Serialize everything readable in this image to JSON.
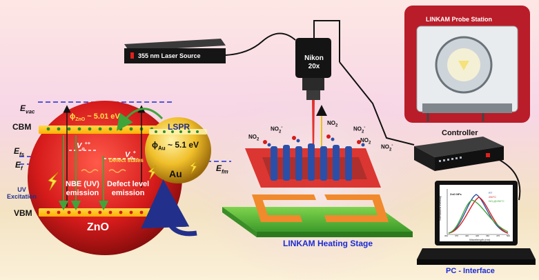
{
  "energy_diagram": {
    "e_vac": "E",
    "e_vac_sub": "vac",
    "cbm": "CBM",
    "vbm": "VBM",
    "e_fs": "E",
    "e_fs_sub": "fs",
    "e_f": "E",
    "e_f_sub": "f",
    "e_fm": "E",
    "e_fm_sub": "fm",
    "phi_zno": "ϕ",
    "phi_zno_sub": "ZnO",
    "phi_zno_value": " ~ 5.01 eV",
    "phi_au": "ϕ",
    "phi_au_sub": "Au",
    "phi_au_value": " ~ 5.1 eV",
    "vo_pp": "V",
    "vo_pp_sub": "o",
    "vo_pp_sup": "++",
    "vo_p": "V",
    "vo_p_sub": "o",
    "vo_p_sup": "+",
    "defect_states": "Defect states",
    "lspr": "LSPR",
    "au": "Au",
    "zno": "ZnO",
    "nbe_line1": "NBE (UV)",
    "nbe_line2": "emission",
    "defect_line1": "Defect level",
    "defect_line2": "emission",
    "uv_line1": "UV",
    "uv_line2": "Excitation"
  },
  "setup": {
    "laser_source": "355 nm Laser Source",
    "nikon_line1": "Nikon",
    "nikon_line2": "20x",
    "probe_station": "LINKAM Probe Station",
    "controller": "Controller",
    "heating_stage": "LINKAM Heating Stage",
    "pc_interface": "PC - Interface"
  },
  "gas_labels": [
    "NO",
    "2",
    "NO",
    "2",
    "-",
    "NO",
    "2",
    "NO",
    "2",
    "-",
    "NO",
    "2",
    "NO",
    "2",
    "-"
  ],
  "monitor": {
    "legend_title": "ZnO NFs",
    "legend_1": "RT",
    "legend_2": "250°C",
    "legend_3": "NO₂@250°C",
    "x_title": "Wavelength (nm)",
    "y_title": "Normalized intensity",
    "x_ticks": [
      "350",
      "375",
      "400",
      "425",
      "450",
      "475",
      "500"
    ]
  },
  "colors": {
    "zno_sphere": "#d61b1b",
    "au_sphere": "#e7b11c",
    "laser_beam": "#e0201c",
    "heater": "#d8241e",
    "substrate": "#5fbf3a",
    "electrodes": "#f08a2c",
    "nanorods": "#2b4fa8",
    "band_lines": "#1a2bd6",
    "arrow_blue": "#22308c",
    "arrow_green": "#3fa43a"
  }
}
